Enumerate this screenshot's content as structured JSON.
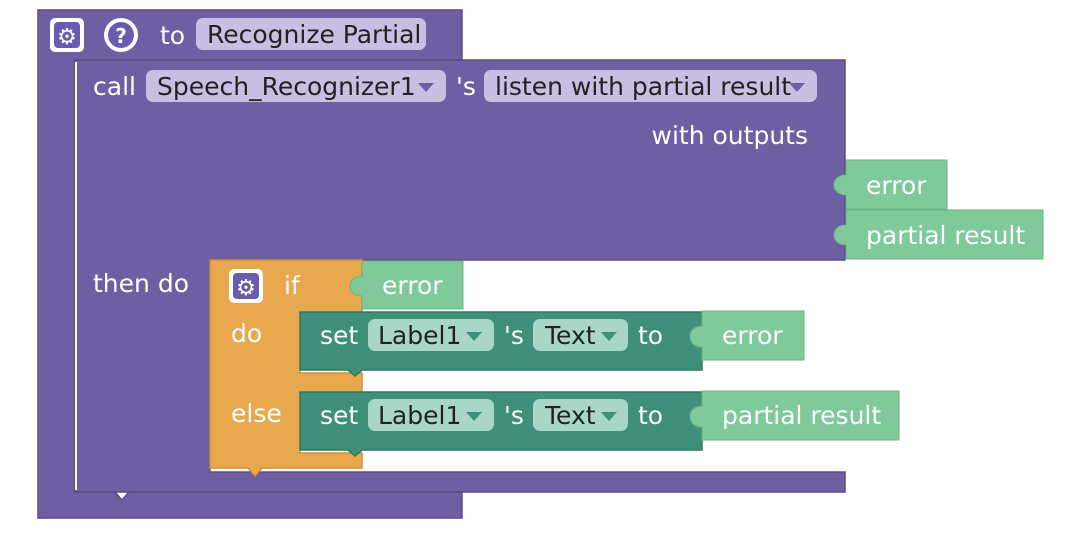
{
  "procedure": {
    "to_label": "to",
    "name": "Recognize Partial"
  },
  "event_call": {
    "call_label": "call",
    "component": "Speech_Recognizer1",
    "possessive": "'s",
    "method": "listen with partial result",
    "with_outputs_label": "with outputs",
    "outputs": [
      "error",
      "partial result"
    ],
    "then_do_label": "then do"
  },
  "if_block": {
    "if_label": "if",
    "condition": "error",
    "do_label": "do",
    "else_label": "else"
  },
  "set_blocks": [
    {
      "set_label": "set",
      "component": "Label1",
      "possessive": "'s",
      "property": "Text",
      "to_label": "to",
      "value": "error"
    },
    {
      "set_label": "set",
      "component": "Label1",
      "possessive": "'s",
      "property": "Text",
      "to_label": "to",
      "value": "partial result"
    }
  ],
  "icons": [
    "gear-icon",
    "help-icon",
    "dropdown-arrow-icon"
  ],
  "colors": {
    "procedure": "#6e5ea2",
    "procedure_border": "#5a4b8c",
    "field_bg": "#c8bfe2",
    "control": "#e8a84e",
    "set_block": "#3f8f7a",
    "set_field_bg": "#a9d6c7",
    "value_block": "#7fc99a"
  }
}
